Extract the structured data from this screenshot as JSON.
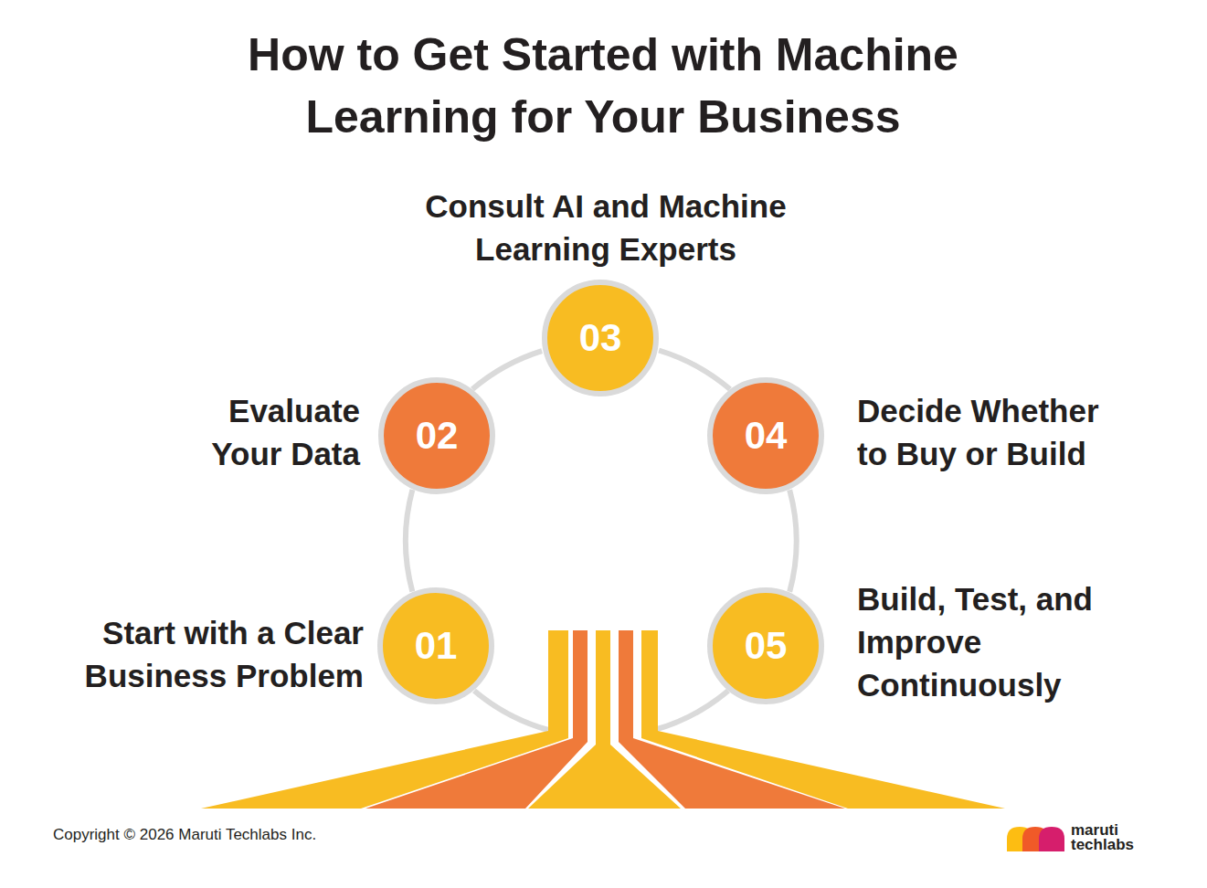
{
  "diagram": {
    "title": "How to Get Started with Machine Learning for Your Business",
    "nodes": [
      {
        "text": [
          "01",
          "Start with a Clear Business Problem"
        ]
      },
      {
        "text": [
          "02",
          "Evaluate Your Data"
        ]
      },
      {
        "text": [
          "03",
          "Consult AI and Machine Learning Experts"
        ]
      },
      {
        "text": [
          "04",
          "Decide Whether to Buy or Build"
        ]
      },
      {
        "text": [
          "05",
          "Build, Test, and Improve Continuously"
        ]
      }
    ],
    "edges": [
      {
        "from": 0,
        "to": 1,
        "arrow": "none"
      },
      {
        "from": 1,
        "to": 2,
        "arrow": "none"
      },
      {
        "from": 2,
        "to": 3,
        "arrow": "none"
      },
      {
        "from": 3,
        "to": 4,
        "arrow": "none"
      }
    ],
    "labels": [
      "Copyright © 2026 Maruti Techlabs Inc.",
      "maruti",
      "techlabs"
    ]
  }
}
